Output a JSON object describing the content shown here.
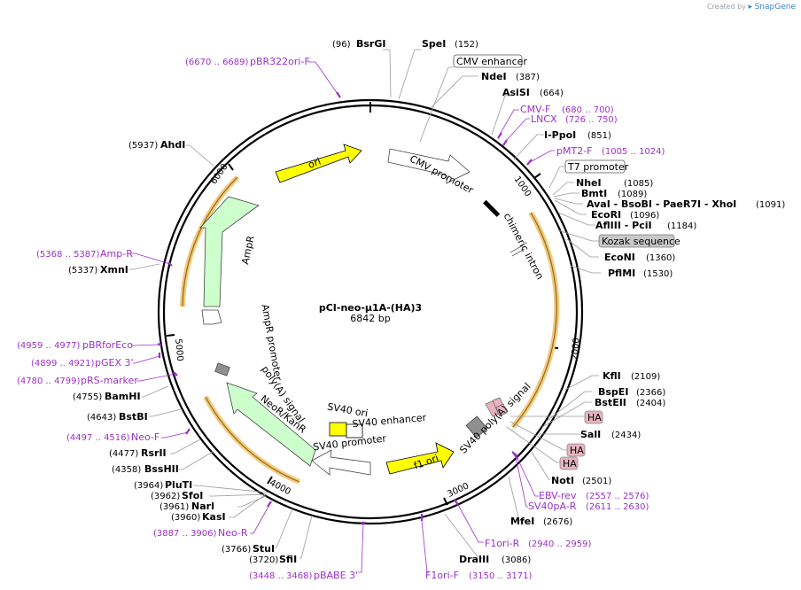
{
  "credit": {
    "prefix": "Created by",
    "brand": "SnapGene"
  },
  "plasmid": {
    "name": "pCI-neo-µ1A-(HA)3",
    "size": "6842 bp"
  },
  "ticks": [
    {
      "label": "1000"
    },
    {
      "label": "2000"
    },
    {
      "label": "3000"
    },
    {
      "label": "4000"
    },
    {
      "label": "5000"
    },
    {
      "label": "6000"
    }
  ],
  "sites": [
    {
      "name": "BsrGI",
      "pos": "(96)"
    },
    {
      "name": "SpeI",
      "pos": "(152)"
    },
    {
      "name": "NdeI",
      "pos": "(387)"
    },
    {
      "name": "AsiSI",
      "pos": "(664)"
    },
    {
      "name": "I-PpoI",
      "pos": "(851)"
    },
    {
      "name": "NheI",
      "pos": "(1085)"
    },
    {
      "name": "BmtI",
      "pos": "(1089)"
    },
    {
      "name": "AvaI - BsoBI - PaeR7I - XhoI",
      "pos": "(1091)"
    },
    {
      "name": "EcoRI",
      "pos": "(1096)"
    },
    {
      "name": "AflIII - PciI",
      "pos": "(1184)"
    },
    {
      "name": "EcoNI",
      "pos": "(1360)"
    },
    {
      "name": "PflMI",
      "pos": "(1530)"
    },
    {
      "name": "KflI",
      "pos": "(2109)"
    },
    {
      "name": "BspEI",
      "pos": "(2366)"
    },
    {
      "name": "BstEII",
      "pos": "(2404)"
    },
    {
      "name": "SalI",
      "pos": "(2434)"
    },
    {
      "name": "NotI",
      "pos": "(2501)"
    },
    {
      "name": "MfeI",
      "pos": "(2676)"
    },
    {
      "name": "DraIII",
      "pos": "(3086)"
    },
    {
      "name": "SfiI",
      "pos": "(3720)"
    },
    {
      "name": "StuI",
      "pos": "(3766)"
    },
    {
      "name": "KasI",
      "pos": "(3960)"
    },
    {
      "name": "NarI",
      "pos": "(3961)"
    },
    {
      "name": "SfoI",
      "pos": "(3962)"
    },
    {
      "name": "PluTI",
      "pos": "(3964)"
    },
    {
      "name": "BssHII",
      "pos": "(4358)"
    },
    {
      "name": "RsrII",
      "pos": "(4477)"
    },
    {
      "name": "BstBI",
      "pos": "(4643)"
    },
    {
      "name": "BamHI",
      "pos": "(4755)"
    },
    {
      "name": "XmnI",
      "pos": "(5337)"
    },
    {
      "name": "AhdI",
      "pos": "(5937)"
    }
  ],
  "primers": [
    {
      "name": "pBR322ori-F",
      "pos": "(6670 .. 6689)"
    },
    {
      "name": "CMV-F",
      "pos": "(680 .. 700)"
    },
    {
      "name": "LNCX",
      "pos": "(726 .. 750)"
    },
    {
      "name": "pMT2-F",
      "pos": "(1005 .. 1024)"
    },
    {
      "name": "EBV-rev",
      "pos": "(2557 .. 2576)"
    },
    {
      "name": "SV40pA-R",
      "pos": "(2611 .. 2630)"
    },
    {
      "name": "F1ori-R",
      "pos": "(2940 .. 2959)"
    },
    {
      "name": "F1ori-F",
      "pos": "(3150 .. 3171)"
    },
    {
      "name": "pBABE 3'",
      "pos": "(3448 .. 3468)"
    },
    {
      "name": "Neo-R",
      "pos": "(3887 .. 3906)"
    },
    {
      "name": "Neo-F",
      "pos": "(4497 .. 4516)"
    },
    {
      "name": "pRS-marker",
      "pos": "(4780 .. 4799)"
    },
    {
      "name": "pGEX 3'",
      "pos": "(4899 .. 4921)"
    },
    {
      "name": "pBRforEco",
      "pos": "(4959 .. 4977)"
    },
    {
      "name": "Amp-R",
      "pos": "(5368 .. 5387)"
    }
  ],
  "boxed": [
    {
      "label": "CMV enhancer"
    },
    {
      "label": "T7 promoter"
    },
    {
      "label": "Kozak sequence"
    },
    {
      "label": "HA"
    },
    {
      "label": "HA"
    },
    {
      "label": "HA"
    }
  ],
  "features": [
    {
      "label": "ori"
    },
    {
      "label": "CMV promoter"
    },
    {
      "label": "chimeric intron"
    },
    {
      "label": "AmpR"
    },
    {
      "label": "AmpR promoter"
    },
    {
      "label": "poly(A) signal"
    },
    {
      "label": "NeoR/KanR"
    },
    {
      "label": "SV40 ori"
    },
    {
      "label": "SV40 enhancer"
    },
    {
      "label": "SV40 promoter"
    },
    {
      "label": "f1 ori"
    },
    {
      "label": "SV40 poly(A) signal"
    }
  ],
  "colors": {
    "ori": "#ffff00",
    "cmv": "#ffffff",
    "ampr": "#ccffcc",
    "neo": "#ccffcc",
    "f1": "#ffff00",
    "orf_band": "#f5c97a",
    "ha": "#e7b4be",
    "kozak": "#c8c8c8",
    "primer": "#9b30c8"
  }
}
